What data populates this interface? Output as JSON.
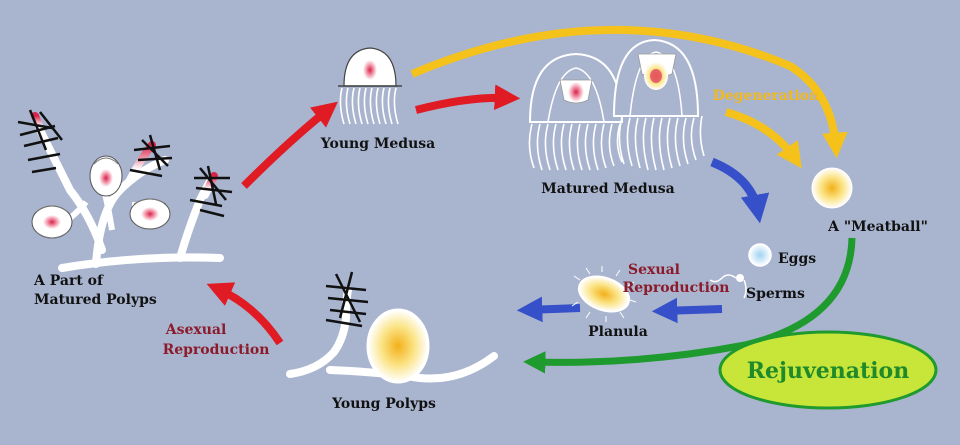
{
  "labels": {
    "young_medusa": "Young Medusa",
    "matured_medusa": "Matured Medusa",
    "degeneration": "Degeneration",
    "meatball": "A \"Meatball\"",
    "eggs": "Eggs",
    "sperms": "Sperms",
    "sexual_1": "Sexual",
    "sexual_2": "Reproduction",
    "planula": "Planula",
    "rejuvenation": "Rejuvenation",
    "young_polyps": "Young Polyps",
    "asexual_1": "Asexual",
    "asexual_2": "Reproduction",
    "matured_polyps_1": "A Part of",
    "matured_polyps_2": "Matured Polyps"
  },
  "colors": {
    "background": "#a9b5cf",
    "red_arrow": "#e01b24",
    "yellow_arrow": "#f5c21b",
    "blue_arrow": "#3550c8",
    "green_arrow": "#1f9a2e",
    "rejuvenation_fill": "#c8e63a",
    "rejuvenation_text": "#1f8a2a",
    "label_red": "#8b1a2a",
    "label_yellow": "#f2b81c"
  }
}
